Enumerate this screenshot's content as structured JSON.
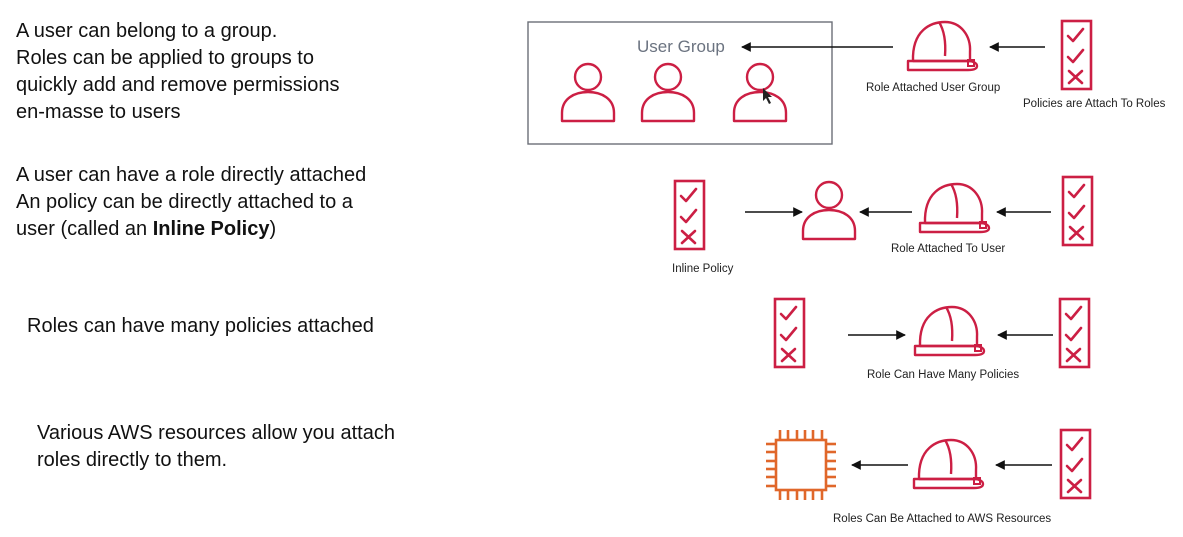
{
  "rows": {
    "group": {
      "text_lines": [
        "A user can belong to a group.",
        "Roles can be applied to groups to",
        "quickly add and remove permissions",
        "en-masse to users"
      ],
      "box_title": "User Group",
      "role_caption": "Role Attached User Group",
      "policy_caption": "Policies are Attach To Roles"
    },
    "user": {
      "text_line1": "A user can have a role directly attached",
      "text_line2": "An policy can be directly attached to a",
      "text_line3_pre": "user (called an ",
      "text_line3_bold": "Inline Policy",
      "text_line3_post": ")",
      "inline_caption": "Inline Policy",
      "role_caption": "Role Attached To User"
    },
    "policies": {
      "text": "Roles can have many policies attached",
      "role_caption": "Role Can Have Many Policies"
    },
    "resources": {
      "text_lines": [
        "Various AWS resources allow you attach",
        "roles directly to them."
      ],
      "caption": "Roles Can Be Attached to AWS Resources"
    }
  },
  "icons": [
    "user-icon",
    "role-helmet-icon",
    "policy-document-icon",
    "chip-resource-icon",
    "arrow-icon"
  ],
  "colors": {
    "accent": "#cc1f44",
    "resource": "#e0672a",
    "group_border": "#6b6f78",
    "text": "#111111"
  }
}
